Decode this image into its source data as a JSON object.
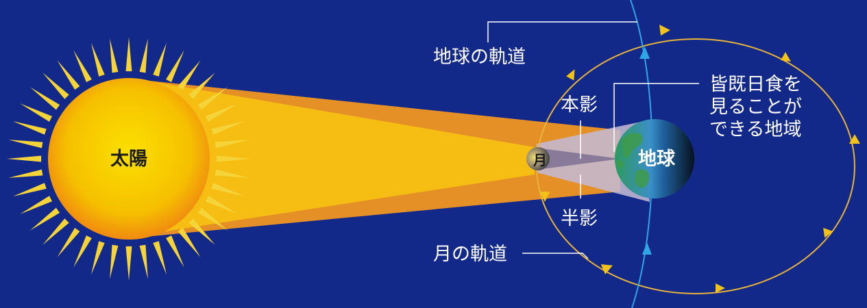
{
  "labels": {
    "sun": "太陽",
    "moon": "月",
    "earth": "地球",
    "earth_orbit": "地球の軌道",
    "moon_orbit": "月の軌道",
    "umbra": "本影",
    "penumbra": "半影",
    "eclipse_area_lines": [
      "皆既日食を",
      "見ることが",
      "できる地域"
    ]
  },
  "colors": {
    "background": "#13298a",
    "sun_core": "#f7d000",
    "sun_edge": "#f29a12",
    "sun_rays": "#f5d43a",
    "light_beam": "#f7b814",
    "light_beam_edge": "#ee9222",
    "orbit": "#e9b43a",
    "earth_orbit_axis": "#2fa6e6",
    "shadow": "#b8aec4",
    "umbra": "#8a7a9a",
    "leader_line": "#ffffff"
  }
}
